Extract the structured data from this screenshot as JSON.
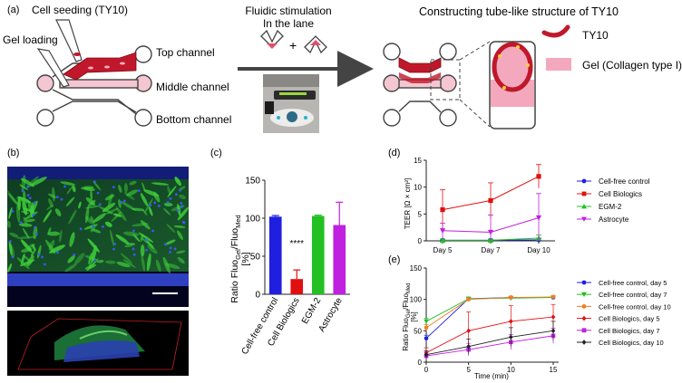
{
  "panel_a": {
    "letter": "(a)",
    "cell_seeding": "Cell seeding (TY10)",
    "gel_loading": "Gel loading",
    "top_channel": "Top channel",
    "middle_channel": "Middle channel",
    "bottom_channel": "Bottom channel",
    "fluidic_line1": "Fluidic stimulation",
    "fluidic_line2": "In the lane",
    "plus": "+",
    "constructing": "Constructing tube-like structure of TY10",
    "legend_ty10": "TY10",
    "legend_gel": "Gel (Collagen type I)",
    "colors": {
      "cell": "#c0182a",
      "gel": "#f4a8bd",
      "line": "#444444"
    }
  },
  "panel_b": {
    "letter": "(b)"
  },
  "panel_c": {
    "letter": "(c)",
    "significance": "****",
    "ylabel_main": "Ratio Fluo",
    "ylabel_sub1": "Gel",
    "ylabel_sep": "/Fluo",
    "ylabel_sub2": "Med",
    "ylabel_unit": "[%]",
    "chart_data": {
      "type": "bar",
      "categories": [
        "Cell-free control",
        "Cell Biologics",
        "EGM-2",
        "Astrocyte"
      ],
      "values": [
        102,
        20,
        103,
        91
      ],
      "errors": [
        1.5,
        12,
        1,
        30
      ],
      "colors": [
        "#1f1fe0",
        "#e01010",
        "#22c022",
        "#c020e0"
      ],
      "ylim": [
        0,
        150
      ],
      "yticks": [
        "0",
        "50",
        "100",
        "150"
      ]
    }
  },
  "panel_d": {
    "letter": "(d)",
    "ylabel": "TEER [Ω × cm²]",
    "chart_data": {
      "type": "line",
      "categories": [
        "Day 5",
        "Day 7",
        "Day 10"
      ],
      "ylim": [
        0,
        15
      ],
      "yticks": [
        "0",
        "5",
        "10",
        "15"
      ],
      "series": [
        {
          "name": "Cell-free control",
          "values": [
            0.1,
            0.1,
            0.2
          ],
          "errors": [
            0.2,
            0.2,
            0.3
          ],
          "color": "#1f1fe0",
          "marker": "circle"
        },
        {
          "name": "Cell Biologics",
          "values": [
            5.8,
            7.5,
            12
          ],
          "errors": [
            3.7,
            3.3,
            2.2
          ],
          "color": "#e01010",
          "marker": "square"
        },
        {
          "name": "EGM-2",
          "values": [
            0.1,
            0.1,
            0.5
          ],
          "errors": [
            0.2,
            0.2,
            0.6
          ],
          "color": "#22c022",
          "marker": "triangle-up"
        },
        {
          "name": "Astrocyte",
          "values": [
            1.9,
            1.6,
            4.3
          ],
          "errors": [
            1.4,
            3.2,
            4.5
          ],
          "color": "#c020e0",
          "marker": "triangle-down"
        }
      ]
    }
  },
  "panel_e": {
    "letter": "(e)",
    "ylabel_main": "Ratio Fluo",
    "ylabel_sub1": "Gel",
    "ylabel_sep": "/Fluo",
    "ylabel_sub2": "Med",
    "ylabel_unit": "[%]",
    "xlabel": "Time (min)",
    "chart_data": {
      "type": "line",
      "x": [
        0,
        5,
        10,
        15
      ],
      "xticks": [
        "0",
        "5",
        "10",
        "15"
      ],
      "ylim": [
        0,
        150
      ],
      "yticks": [
        "0",
        "50",
        "100",
        "150"
      ],
      "series": [
        {
          "name": "Cell-free control, day 5",
          "values": [
            38,
            101,
            103,
            103
          ],
          "errors": [
            5,
            2,
            2,
            2
          ],
          "color": "#1f1fe0",
          "marker": "circle"
        },
        {
          "name": "Cell-free control, day 7",
          "values": [
            65,
            101,
            102,
            103
          ],
          "errors": [
            5,
            2,
            2,
            2
          ],
          "color": "#22c022",
          "marker": "triangle-down"
        },
        {
          "name": "Cell-free control, day 10",
          "values": [
            55,
            100,
            103,
            104
          ],
          "errors": [
            5,
            2,
            2,
            2
          ],
          "color": "#f08020",
          "marker": "circle"
        },
        {
          "name": "Cell Biologics, day 5",
          "values": [
            15,
            50,
            65,
            72
          ],
          "errors": [
            8,
            30,
            25,
            20
          ],
          "color": "#e01010",
          "marker": "diamond"
        },
        {
          "name": "Cell Biologics, day 7",
          "values": [
            10,
            20,
            32,
            42
          ],
          "errors": [
            6,
            10,
            12,
            12
          ],
          "color": "#c020e0",
          "marker": "square"
        },
        {
          "name": "Cell Biologics, day 10",
          "values": [
            12,
            25,
            40,
            50
          ],
          "errors": [
            6,
            12,
            15,
            15
          ],
          "color": "#222222",
          "marker": "diamond"
        }
      ]
    }
  }
}
